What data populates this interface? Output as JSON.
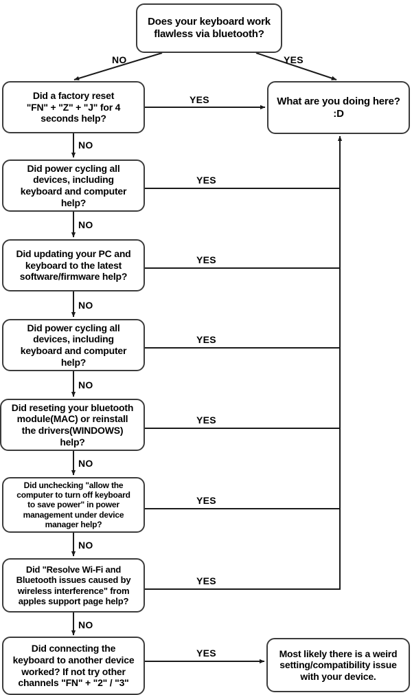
{
  "diagram": {
    "title": "Bluetooth keyboard troubleshooting flowchart",
    "colors": {
      "node_border": "#3b3b3b",
      "node_fill": "#ffffff",
      "edge": "#1a1a1a",
      "text": "#000000",
      "background": "#ffffff"
    }
  },
  "nodes": [
    {
      "id": "start",
      "text": "Does your keyboard work\nflawless via bluetooth?"
    },
    {
      "id": "factory-reset",
      "text": "Did a factory reset\n\"FN\" + \"Z\" + \"J\" for 4\nseconds help?"
    },
    {
      "id": "success",
      "text": "What are you doing here?\n:D"
    },
    {
      "id": "power-cycle-1",
      "text": "Did power cycling all\ndevices, including\nkeyboard and computer\nhelp?"
    },
    {
      "id": "update-software",
      "text": "Did updating your PC and\nkeyboard to the latest\nsoftware/firmware help?"
    },
    {
      "id": "power-cycle-2",
      "text": "Did power cycling all\ndevices, including\nkeyboard and computer\nhelp?"
    },
    {
      "id": "reset-bluetooth-module",
      "text": "Did reseting your bluetooth\nmodule(MAC) or reinstall\nthe drivers(WINDOWS)\nhelp?"
    },
    {
      "id": "power-management",
      "text": "Did unchecking \"allow the\ncomputer to turn off keyboard\nto save power\" in power\nmanagement under device\nmanager help?"
    },
    {
      "id": "wireless-interference",
      "text": "Did \"Resolve Wi-Fi and\nBluetooth issues caused by\nwireless interference\" from\napples support page help?"
    },
    {
      "id": "another-device",
      "text": "Did connecting the\nkeyboard to another device\nworked? If not try other\nchannels \"FN\" + \"2\" / \"3\""
    },
    {
      "id": "weird-setting",
      "text": "Most likely there is a weird\nsetting/compatibility issue\nwith your device."
    }
  ],
  "edge_labels": {
    "start_no": "NO",
    "start_yes": "YES",
    "factory_reset_yes": "YES",
    "factory_reset_no": "NO",
    "power_cycle_1_yes": "YES",
    "power_cycle_1_no": "NO",
    "update_software_yes": "YES",
    "update_software_no": "NO",
    "power_cycle_2_yes": "YES",
    "power_cycle_2_no": "NO",
    "reset_bluetooth_yes": "YES",
    "reset_bluetooth_no": "NO",
    "power_management_yes": "YES",
    "power_management_no": "NO",
    "wireless_interference_yes": "YES",
    "wireless_interference_no": "NO",
    "another_device_yes": "YES"
  }
}
